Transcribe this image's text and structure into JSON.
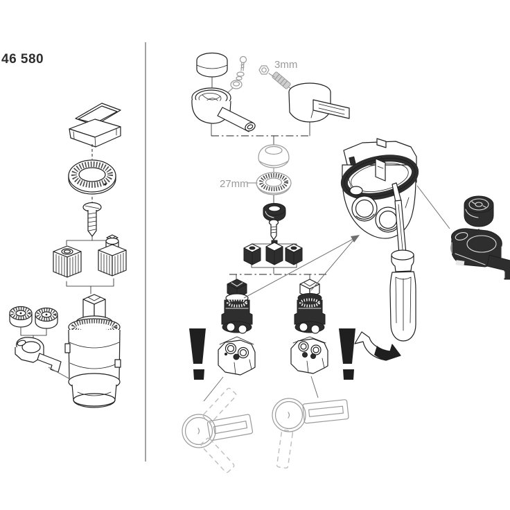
{
  "document": {
    "type": "exploded-parts-diagram",
    "part_number": "46 580"
  },
  "annotations": {
    "allen_key_size": "3mm",
    "nut_size": "27mm"
  },
  "colors": {
    "bg": "#ffffff",
    "line": "#1f1f1f",
    "dark": "#2e2e2e",
    "gray": "#9a9a9a",
    "leader": "#6e6e6e",
    "divider": "#8a8a8a",
    "text": "#2d2d2d"
  },
  "sections": {
    "left_kit": {
      "parts": [
        "parts-box",
        "ring-nut",
        "fixing-screw",
        "adapter-square",
        "adapter-splined",
        "cartridge",
        "check-valve-pair",
        "mounting-lever"
      ]
    },
    "middle_sequence": {
      "parts": [
        "handle-cap",
        "handle-screw-set",
        "lever-handle-open",
        "hex-key-3mm",
        "lever-handle",
        "escutcheon",
        "ring-nut-27mm",
        "retaining-ring",
        "small-screw",
        "adapter-set",
        "cartridge-hot",
        "cartridge-cold",
        "warning-left",
        "warning-right",
        "valve-base-left",
        "valve-base-right",
        "handle-topview-left",
        "handle-topview-right"
      ]
    },
    "right_detail": {
      "parts": [
        "faucet-body-underside",
        "screwdriver",
        "rotate-arrow",
        "check-valve",
        "mounting-lever-dark"
      ]
    }
  }
}
